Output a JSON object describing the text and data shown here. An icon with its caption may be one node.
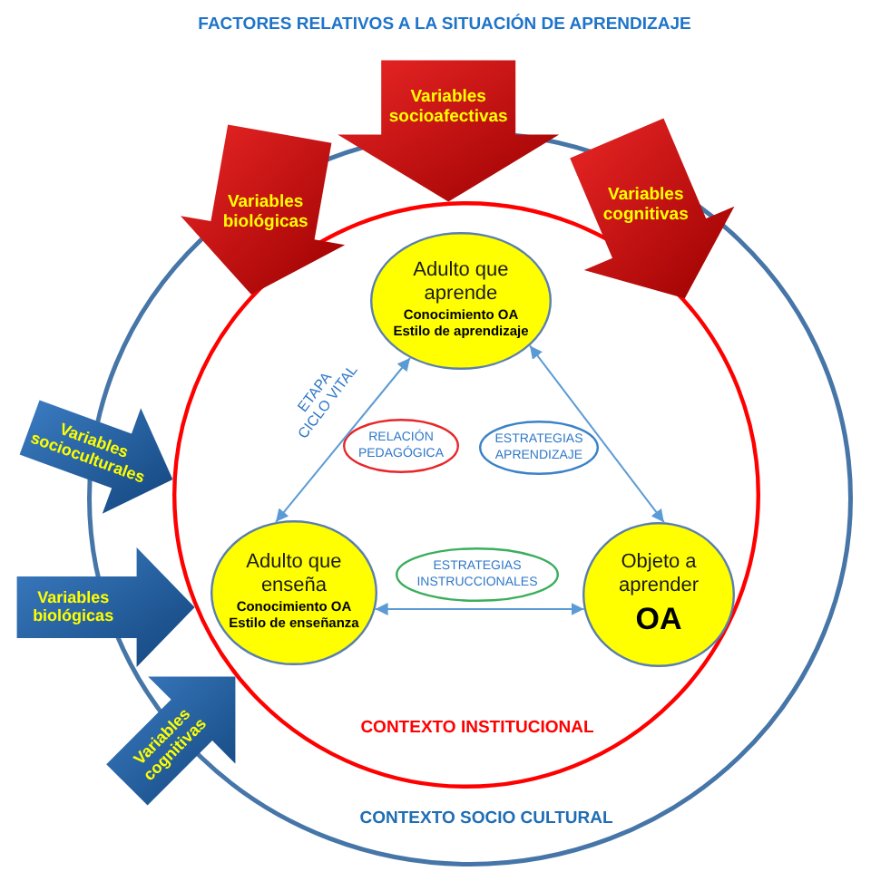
{
  "diagram": {
    "title": "FACTORES RELATIVOS A LA SITUACIÓN DE APRENDIZAJE",
    "nodes": [
      {
        "text": [
          "CONTEXTO SOCIO CULTURAL"
        ]
      },
      {
        "text": [
          "CONTEXTO INSTITUCIONAL"
        ],
        "in": 0
      },
      {
        "text": [
          "Adulto que aprende",
          "Conocimiento OA",
          "Estilo de aprendizaje"
        ],
        "in": 1
      },
      {
        "text": [
          "RELACIÓN PEDAGÓGICA"
        ],
        "in": 1
      },
      {
        "text": [
          "ESTRATEGIAS APRENDIZAJE"
        ],
        "in": 1
      },
      {
        "text": [
          "Adulto que enseña",
          "Conocimiento OA",
          "Estilo de enseñanza"
        ],
        "in": 1
      },
      {
        "text": [
          "ESTRATEGIAS INSTRUCCIONALES"
        ],
        "in": 1
      },
      {
        "text": [
          "Objeto a aprender",
          "OA"
        ],
        "in": 1
      }
    ],
    "edges": [
      {
        "from": 2,
        "to": 5,
        "arrow": "both",
        "label": "ETAPA CICLO VITAL"
      },
      {
        "from": 2,
        "to": 7,
        "arrow": "both"
      },
      {
        "from": 5,
        "to": 7,
        "arrow": "both"
      },
      {
        "from": null,
        "to": 1,
        "arrow": "to",
        "label": "Variables socioafectivas",
        "style": "thick",
        "color": "#e60000"
      },
      {
        "from": null,
        "to": 1,
        "arrow": "to",
        "label": "Variables biológicas",
        "style": "thick",
        "color": "#e60000"
      },
      {
        "from": null,
        "to": 1,
        "arrow": "to",
        "label": "Variables cognitivas",
        "style": "thick",
        "color": "#e60000"
      },
      {
        "from": null,
        "to": 1,
        "arrow": "to",
        "label": "Variables socioculturales",
        "style": "thick",
        "color": "#1a66b8"
      },
      {
        "from": null,
        "to": 1,
        "arrow": "to",
        "label": "Variables biológicas",
        "style": "thick",
        "color": "#1a66b8"
      },
      {
        "from": null,
        "to": 1,
        "arrow": "to",
        "label": "Variables cognitivas",
        "style": "thick",
        "color": "#1a66b8"
      }
    ]
  }
}
